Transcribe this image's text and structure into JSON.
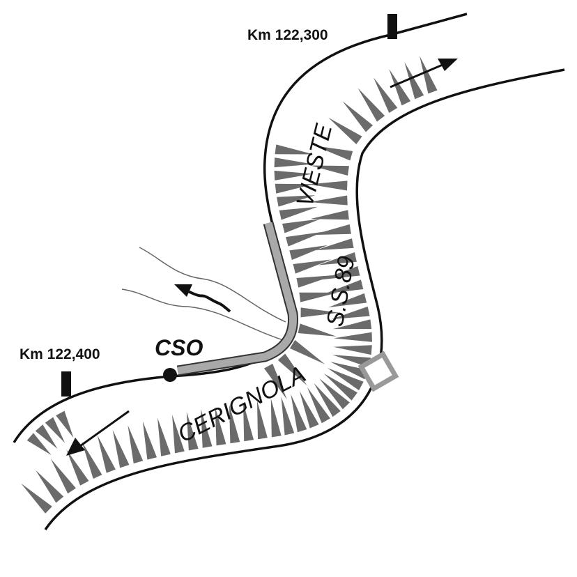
{
  "labels": {
    "km_top": "Km 122,300",
    "km_bottom": "Km 122,400",
    "cso": "CSO",
    "vieste": "VIESTE",
    "road_number": "S.S.89",
    "cerignola": "CERIGNOLA"
  },
  "colors": {
    "line": "#111111",
    "hachure": "#6b6b6b",
    "pipe": "#a9a9a9"
  }
}
